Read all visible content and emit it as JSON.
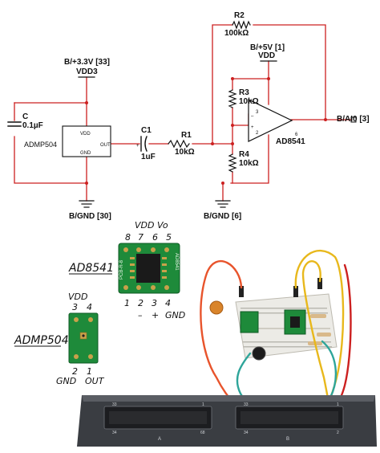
{
  "schematic": {
    "r2_ref": "R2",
    "r2_value": "100kΩ",
    "vcc5_label": "B/+5V [1]",
    "vdd_right": "VDD",
    "vcc33_label": "B/+3.3V [33]",
    "vdd3_label": "VDD3",
    "c_ref": "C",
    "c_value": "0.1µF",
    "admp_vdd_pin": "VDD",
    "admp_out_pin": "OUT",
    "admp_gnd_pin": "GND",
    "admp_part": "ADMP504",
    "c1_ref": "C1",
    "c1_value": "1uF",
    "r1_ref": "R1",
    "r1_value": "10kΩ",
    "r3_ref": "R3",
    "r3_value": "10kΩ",
    "r4_ref": "R4",
    "r4_value": "10kΩ",
    "opamp_pin3": "3",
    "opamp_pin2": "2",
    "opamp_pin6": "6",
    "opamp_part": "AD8541",
    "output_label": "B/AI0 [3]",
    "gnd30_label": "B/GND [30]",
    "gnd6_label": "B/GND [6]"
  },
  "ad8541_board": {
    "title": "AD8541",
    "top_pin_labels": [
      "VDD",
      "Vo"
    ],
    "top_pin_numbers": [
      "8",
      "7",
      "6",
      "5"
    ],
    "bottom_pin_numbers": [
      "1",
      "2",
      "3",
      "4"
    ],
    "bottom_pin_labels": [
      "–",
      "+",
      "GND"
    ],
    "silk_left": "PCB-R-8",
    "silk_right": "AD8541"
  },
  "admp504_board": {
    "title": "ADMP504",
    "top_label": "VDD",
    "top_pin_numbers": [
      "3",
      "4"
    ],
    "bottom_pin_numbers": [
      "2",
      "1"
    ],
    "bottom_labels": [
      "GND",
      "OUT"
    ]
  },
  "daq_device": {
    "pin_33": "33",
    "pin_34": "34",
    "pin_1": "1",
    "pin_68": "68",
    "port_a": "A",
    "port_b": "B",
    "pin_33b": "33",
    "pin_34b": "34",
    "pin_1b": "1",
    "pin_2b": "2"
  },
  "colors": {
    "wire_red": "#cc2020",
    "wire_orange": "#e8542c",
    "wire_yellow": "#e8b81c",
    "wire_teal": "#2ea59a",
    "pcb_green": "#1e8a3a",
    "daq_body": "#3a3d42"
  }
}
